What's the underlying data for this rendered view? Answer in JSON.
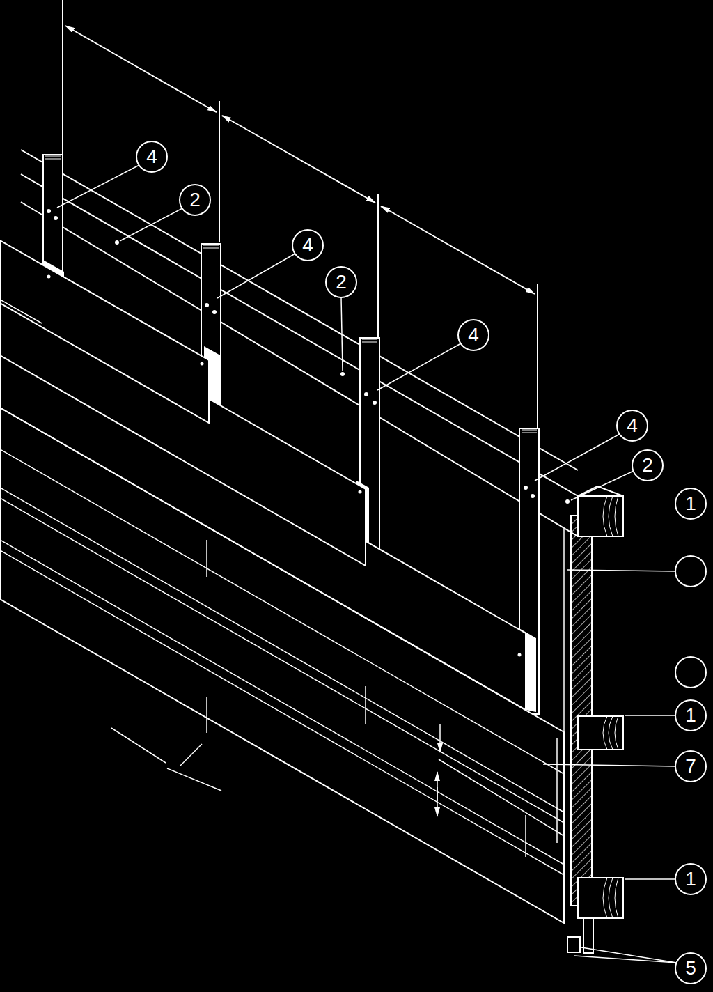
{
  "diagram": {
    "labels": [
      "4",
      "2",
      "4",
      "2",
      "4",
      "4",
      "2",
      "1",
      "1",
      "7",
      "1",
      "5"
    ]
  }
}
